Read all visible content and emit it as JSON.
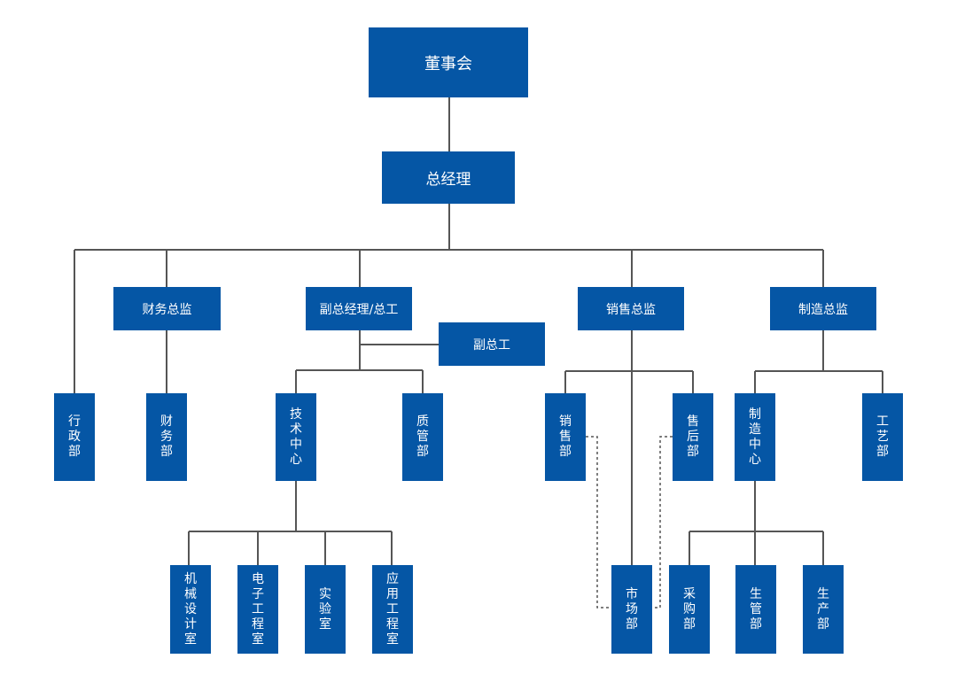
{
  "chart": {
    "board": "董事会",
    "gm": "总经理",
    "finance_director": "财务总监",
    "deputy_gm": "副总经理/总工",
    "deputy_chief_engineer": "副总工",
    "sales_director": "销售总监",
    "manufacturing_director": "制造总监",
    "admin_dept": "行政部",
    "finance_dept": "财务部",
    "tech_center": "技术中心",
    "quality_dept": "质管部",
    "sales_dept": "销售部",
    "after_sales_dept": "售后部",
    "manufacturing_center": "制造中心",
    "process_dept": "工艺部",
    "mech_design": "机械设计室",
    "electronic_eng": "电子工程室",
    "lab": "实验室",
    "app_eng": "应用工程室",
    "market_dept": "市场部",
    "purchase_dept": "采购部",
    "production_mgmt": "生管部",
    "production_dept": "生产部"
  },
  "colors": {
    "box": "#0556a5",
    "line": "#555555"
  }
}
